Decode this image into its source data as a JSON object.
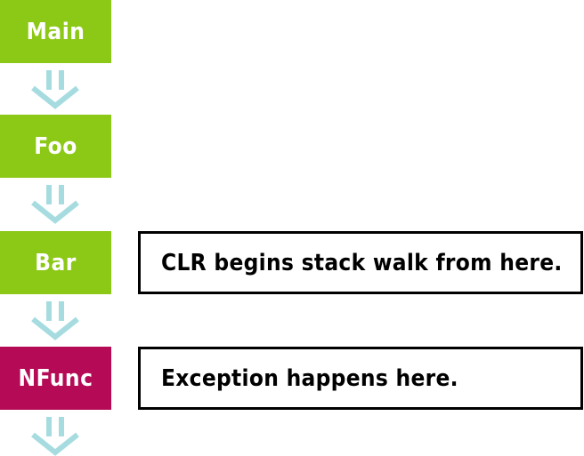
{
  "colors": {
    "frame_green": "#8cc816",
    "frame_red": "#b50b56",
    "arrow": "#a6dce0",
    "callout_border": "#000000"
  },
  "frames": [
    {
      "label": "Main",
      "color": "green"
    },
    {
      "label": "Foo",
      "color": "green"
    },
    {
      "label": "Bar",
      "color": "green"
    },
    {
      "label": "NFunc",
      "color": "red"
    }
  ],
  "callouts": {
    "bar": "CLR begins stack walk from here.",
    "nfunc": "Exception happens here."
  },
  "arrows": [
    {
      "icon": "down-arrow-icon"
    },
    {
      "icon": "down-arrow-icon"
    },
    {
      "icon": "down-arrow-icon"
    },
    {
      "icon": "down-arrow-icon"
    }
  ]
}
